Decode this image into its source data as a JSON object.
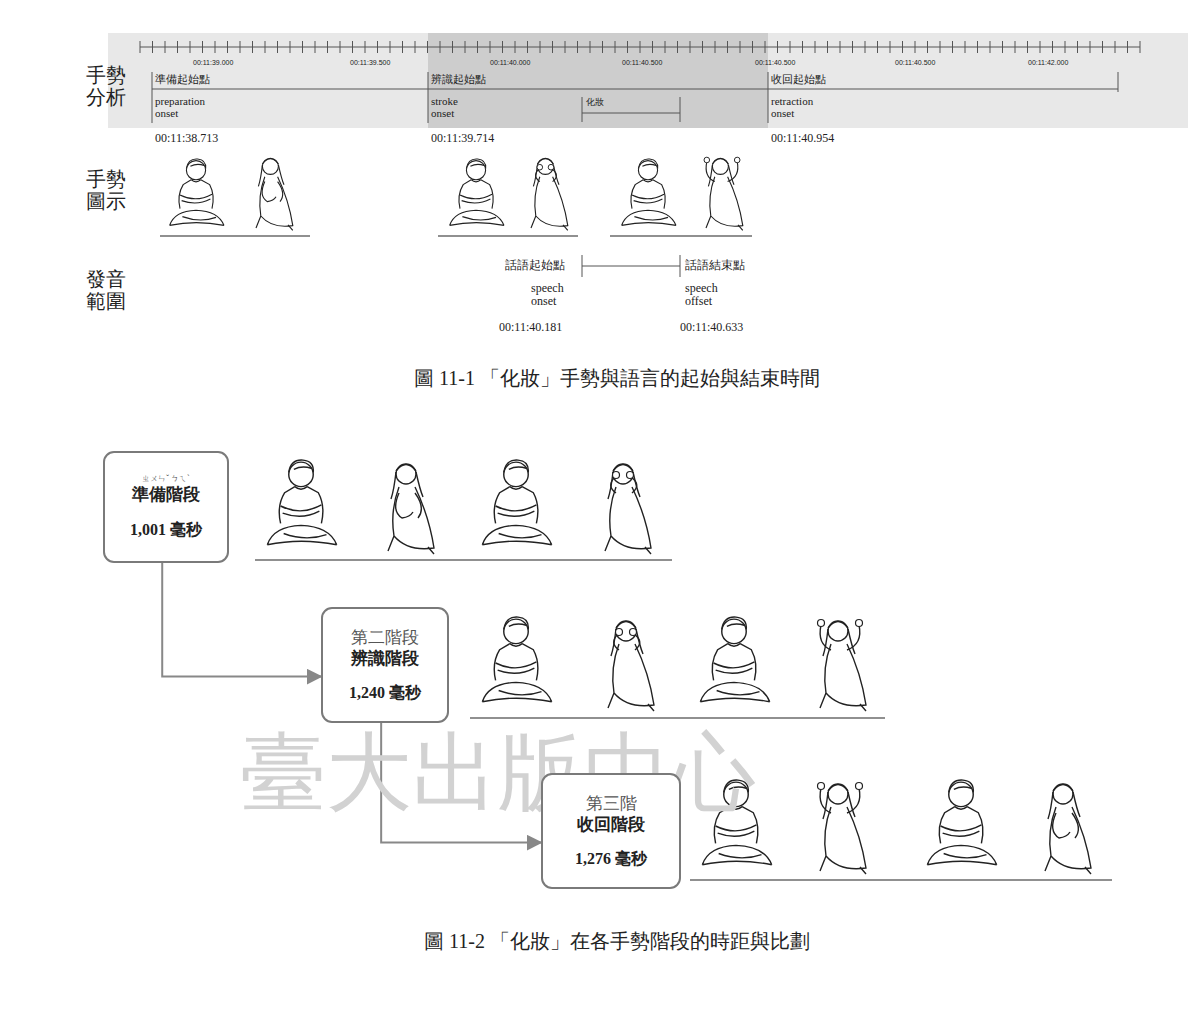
{
  "diagram": {
    "nodes": [
      {
        "text": [
          "ㄓㄨㄣˇ ㄅㄟˋ",
          "準備階段",
          "1,001 毫秒"
        ]
      },
      {
        "text": [
          "第二階段",
          "辨識階段",
          "1,240 毫秒"
        ]
      },
      {
        "text": [
          "第三階",
          "收回階段",
          "1,276 毫秒"
        ]
      }
    ],
    "edges": [
      {
        "from": 0,
        "to": 1,
        "arrow": "to"
      },
      {
        "from": 1,
        "to": 2,
        "arrow": "to"
      }
    ],
    "labels": [
      "00:11:39.000",
      "00:11:39.500",
      "00:11:40.000",
      "00:11:40.500",
      "00:11:40.500",
      "00:11:40.500",
      "00:11:42.000",
      "手勢分析",
      "準備起始點",
      "preparation onset",
      "辨識起始點",
      "stroke onset",
      "化妝",
      "收回起始點",
      "retraction onset",
      "00:11:38.713",
      "00:11:39.714",
      "00:11:40.954",
      "手勢圖示",
      "發音範圍",
      "話語起始點",
      "speech onset",
      "00:11:40.181",
      "話語結束點",
      "speech offset",
      "00:11:40.633",
      "圖 11-1 「化妝」手勢與語言的起始與結束時間",
      "臺大出版中心",
      "圖 11-2 「化妝」在各手勢階段的時距與比劃"
    ]
  }
}
